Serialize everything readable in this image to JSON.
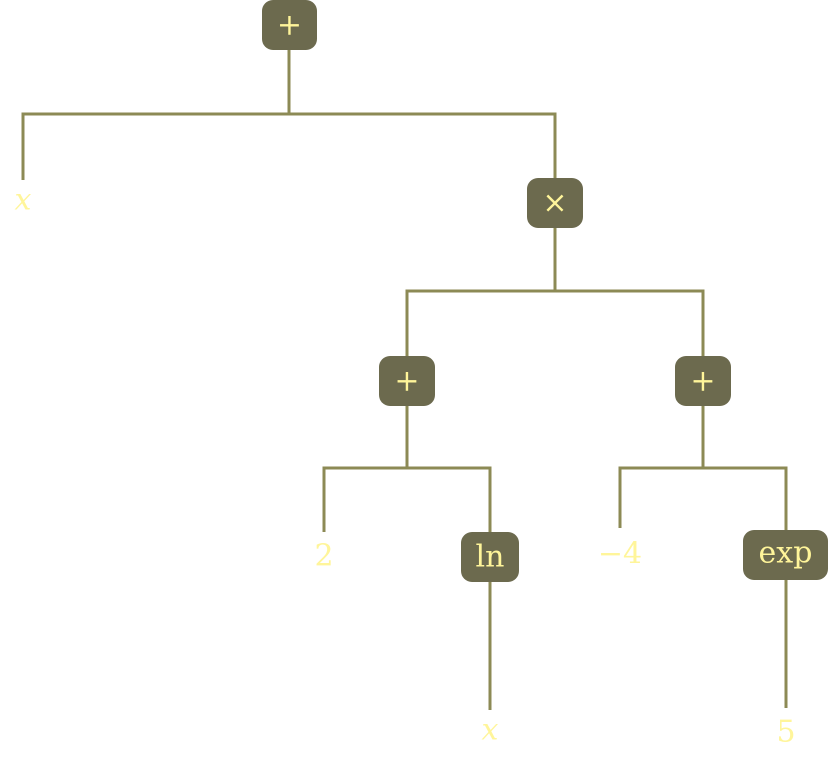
{
  "colors": {
    "edge": "#8c8a55",
    "operator_fill": "#6c6a4e",
    "label": "#fff59a",
    "background": "#ffffff"
  },
  "tree": {
    "root": {
      "label": "+",
      "kind": "operator"
    },
    "x_leaf_top": {
      "label": "x",
      "kind": "variable"
    },
    "times": {
      "label": "×",
      "kind": "operator"
    },
    "plus_left": {
      "label": "+",
      "kind": "operator"
    },
    "plus_right": {
      "label": "+",
      "kind": "operator"
    },
    "two": {
      "label": "2",
      "kind": "constant"
    },
    "ln": {
      "label": "ln",
      "kind": "operator"
    },
    "minus_four": {
      "label": "−4",
      "kind": "constant"
    },
    "exp": {
      "label": "exp",
      "kind": "operator"
    },
    "x_leaf_bottom": {
      "label": "x",
      "kind": "variable"
    },
    "five": {
      "label": "5",
      "kind": "constant"
    }
  }
}
